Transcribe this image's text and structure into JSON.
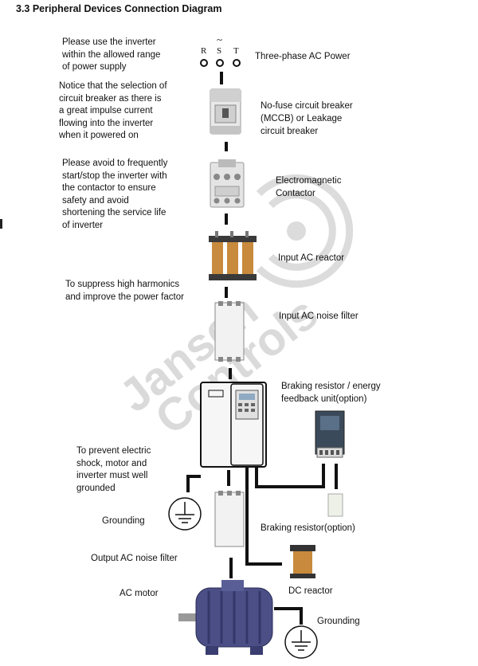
{
  "title": "3.3 Peripheral Devices Connection Diagram",
  "power": {
    "tilde": "~",
    "phases": [
      "R",
      "S",
      "T"
    ],
    "label": "Three-phase AC Power"
  },
  "notes": {
    "power_range": "Please use the inverter\nwithin the allowed range\nof power supply",
    "breaker_notice": "Notice that the selection of\ncircuit breaker as there is\na great impulse current\nflowing into the inverter\nwhen it powered on",
    "contactor_notice": "Please avoid to frequently\nstart/stop the inverter with\nthe contactor to ensure\nsafety and avoid\nshortening the service life\nof inverter",
    "harmonics": "To suppress high harmonics\nand improve the power factor",
    "grounding_notice": "To prevent electric\nshock,    motor and\ninverter must well\ngrounded"
  },
  "labels": {
    "breaker": "No-fuse circuit breaker\n(MCCB)     or Leakage\ncircuit breaker",
    "contactor": "Electromagnetic\nContactor",
    "input_reactor": "Input AC reactor",
    "input_filter": "Input AC noise filter",
    "braking_unit": "Braking resistor /   energy\nfeedback unit(option)",
    "grounding_left": "Grounding",
    "braking_resistor": "Braking resistor(option)",
    "output_filter": "Output AC noise filter",
    "dc_reactor": "DC reactor",
    "motor": "AC motor",
    "grounding_right": "Grounding"
  },
  "watermark": {
    "line1": "Jansen",
    "line2": "Controls"
  }
}
